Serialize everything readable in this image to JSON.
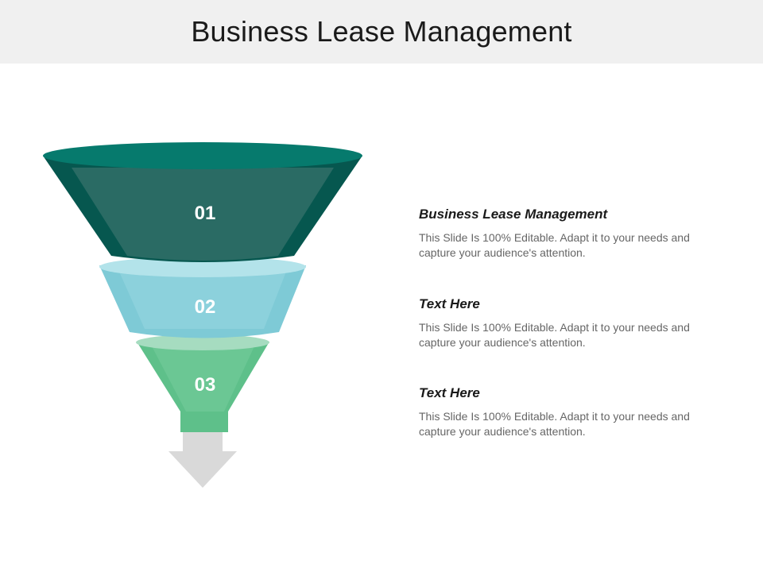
{
  "title": "Business Lease Management",
  "steps": [
    {
      "number": "01",
      "color": "#2a6b64"
    },
    {
      "number": "02",
      "color": "#86d0da"
    },
    {
      "number": "03",
      "color": "#5ec08a"
    }
  ],
  "items": [
    {
      "heading": "Business Lease Management",
      "body": "This Slide Is 100% Editable. Adapt it to your needs and capture your audience's attention."
    },
    {
      "heading": "Text Here",
      "body": "This Slide Is 100% Editable. Adapt it to your needs and capture your audience's attention."
    },
    {
      "heading": "Text Here",
      "body": "This Slide Is 100% Editable. Adapt it to your needs and capture your audience's attention."
    }
  ],
  "icons": {
    "arrow": "arrow-down-icon"
  }
}
